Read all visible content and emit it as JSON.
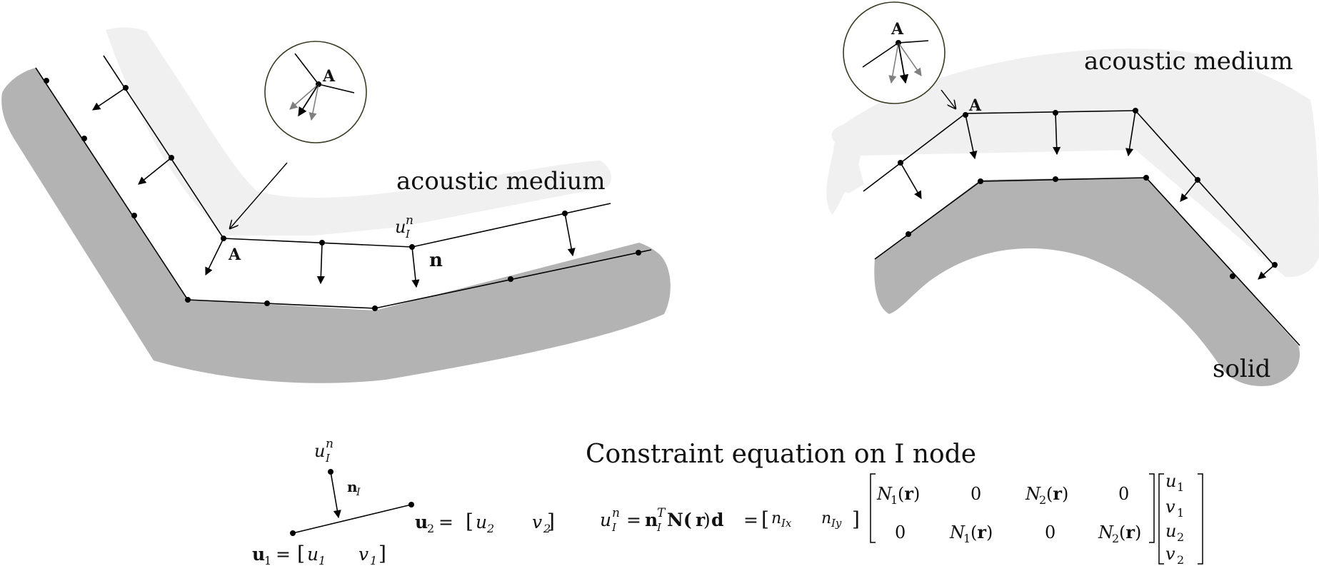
{
  "left_diagram": {
    "medium_label": "acoustic medium",
    "point_label": "A",
    "zoom_label": "A",
    "node_value_label": "u",
    "node_value_sup": "n",
    "node_value_sub": "I",
    "normal_label": "n"
  },
  "right_diagram": {
    "medium_label": "acoustic medium",
    "solid_label": "solid",
    "point_label": "A",
    "zoom_label": "A"
  },
  "bottom": {
    "title": "Constraint equation on I node",
    "sketch": {
      "node_label": "u",
      "node_sup": "n",
      "node_sub": "I",
      "normal_label": "n",
      "normal_sub": "I",
      "u1_lhs": "u",
      "u1_sub": "1",
      "u1_rhs_a": "u",
      "u1_rhs_a_sub": "1",
      "u1_rhs_b": "v",
      "u1_rhs_b_sub": "1",
      "u2_lhs": "u",
      "u2_sub": "2",
      "u2_rhs_a": "u",
      "u2_rhs_a_sub": "2",
      "u2_rhs_b": "v",
      "u2_rhs_b_sub": "2"
    },
    "equation": {
      "lhs": "u",
      "lhs_sup": "n",
      "lhs_sub": "I",
      "n_vec": "n",
      "n_sub": "I",
      "n_sup": "T",
      "N_mat": "N(",
      "r_vec": "r",
      "close": ")",
      "d_vec": "d",
      "equals": "=",
      "row_a": "n",
      "row_a_sub": "Ix",
      "row_b": "n",
      "row_b_sub": "Iy",
      "m11": "N",
      "m11_sub": "1",
      "m12": "0",
      "m13": "N",
      "m13_sub": "2",
      "m14": "0",
      "m21": "0",
      "m22": "N",
      "m22_sub": "1",
      "m23": "0",
      "m24": "N",
      "m24_sub": "2",
      "v1": "u",
      "v1_sub": "1",
      "v2": "v",
      "v2_sub": "1",
      "v3": "u",
      "v3_sub": "2",
      "v4": "v",
      "v4_sub": "2"
    }
  },
  "colors": {
    "solid_fill": "#b3b3b3",
    "medium_fill": "#f0f0f0",
    "line": "#000000",
    "arrow_gray": "#808080",
    "circle_stroke": "#3a3a22"
  }
}
